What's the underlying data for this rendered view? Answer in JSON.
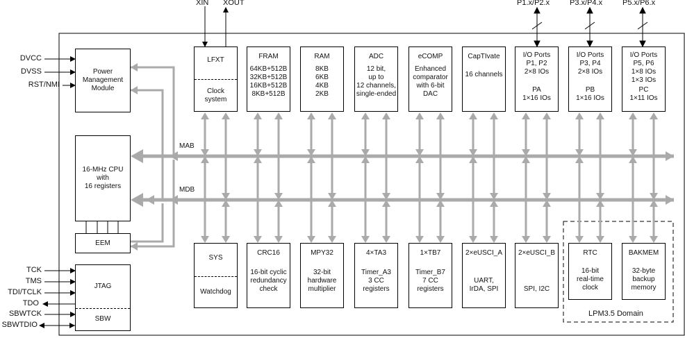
{
  "top_pins": {
    "xin": "XIN",
    "xout": "XOUT",
    "p12": "P1.x/P2.x",
    "p34": "P3.x/P4.x",
    "p56": "P5.x/P6.x"
  },
  "left_pins": {
    "dvcc": "DVCC",
    "dvss": "DVSS",
    "rst": "RST/NMI",
    "tck": "TCK",
    "tms": "TMS",
    "tdi": "TDI/TCLK",
    "tdo": "TDO",
    "sbwtck": "SBWTCK",
    "sbwtdio": "SBWTDIO"
  },
  "bus": {
    "mab": "MAB",
    "mdb": "MDB"
  },
  "pmm": {
    "lines": [
      "Power",
      "Management",
      "Module"
    ]
  },
  "cpu": {
    "lines": [
      "16-MHz CPU",
      "with",
      "16 registers"
    ]
  },
  "eem": {
    "label": "EEM"
  },
  "jtag": {
    "label": "JTAG",
    "sbw": "SBW"
  },
  "lfxt": {
    "title": "LFXT",
    "lines": [
      "Clock",
      "system"
    ]
  },
  "fram": {
    "title": "FRAM",
    "lines": [
      "64KB+512B",
      "32KB+512B",
      "16KB+512B",
      "8KB+512B"
    ]
  },
  "ram": {
    "title": "RAM",
    "lines": [
      "8KB",
      "6KB",
      "4KB",
      "2KB"
    ]
  },
  "adc": {
    "title": "ADC",
    "lines": [
      "12 bit,",
      "up to",
      "12 channels,",
      "single-ended"
    ]
  },
  "ecomp": {
    "title": "eCOMP",
    "lines": [
      "Enhanced",
      "comparator",
      "with 6-bit",
      "DAC"
    ]
  },
  "captivate": {
    "title": "CapTIvate",
    "lines": [
      "16 channels"
    ]
  },
  "io1": {
    "lines": [
      "I/O Ports",
      "P1, P2",
      "2×8 IOs"
    ],
    "sub": [
      "PA",
      "1×16 IOs"
    ]
  },
  "io2": {
    "lines": [
      "I/O Ports",
      "P3, P4",
      "2×8 IOs"
    ],
    "sub": [
      "PB",
      "1×16 IOs"
    ]
  },
  "io3": {
    "lines": [
      "I/O Ports",
      "P5, P6",
      "1×8 IOs",
      "1×3 IOs"
    ],
    "sub": [
      "PC",
      "1×11 IOs"
    ]
  },
  "sys": {
    "title": "SYS",
    "lines": [
      "Watchdog"
    ]
  },
  "crc": {
    "title": "CRC16",
    "lines": [
      "16-bit cyclic",
      "redundancy",
      "check"
    ]
  },
  "mpy": {
    "title": "MPY32",
    "lines": [
      "32-bit",
      "hardware",
      "multiplier"
    ]
  },
  "ta3": {
    "title": "4×TA3",
    "lines": [
      "Timer_A3",
      "3 CC",
      "registers"
    ]
  },
  "tb7": {
    "title": "1×TB7",
    "lines": [
      "Timer_B7",
      "7 CC",
      "registers"
    ]
  },
  "uscia": {
    "title": "2×eUSCI_A",
    "lines": [
      "UART,",
      "IrDA, SPI"
    ]
  },
  "uscib": {
    "title": "2×eUSCI_B",
    "lines": [
      "SPI, I2C"
    ]
  },
  "rtc": {
    "title": "RTC",
    "lines": [
      "16-bit",
      "real-time",
      "clock"
    ]
  },
  "bakmem": {
    "title": "BAKMEM",
    "lines": [
      "32-byte",
      "backup",
      "memory"
    ]
  },
  "lpm": {
    "label": "LPM3.5 Domain"
  }
}
